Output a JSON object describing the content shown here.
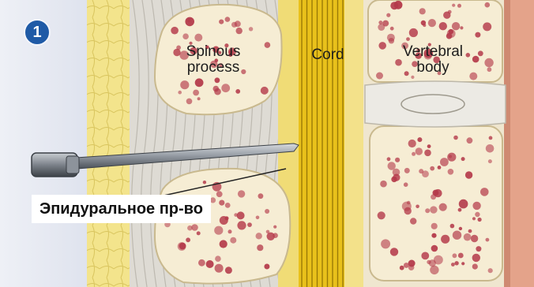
{
  "figure": {
    "step_number": "1",
    "labels": {
      "spinous_process": [
        "Spinous",
        "process"
      ],
      "cord": "Cord",
      "vertebral_body": [
        "Vertebral",
        "body"
      ]
    },
    "caption": "Эпидуральное пр-во"
  },
  "colors": {
    "bone": "#f5ecd2",
    "marrow_spot": "#b43a4a",
    "yellow_fat": "#f2e38a",
    "cord": "#e8c21a",
    "ligament": "#dcdad4",
    "needle": "#8c9098",
    "badge": "#1f5aa6"
  }
}
